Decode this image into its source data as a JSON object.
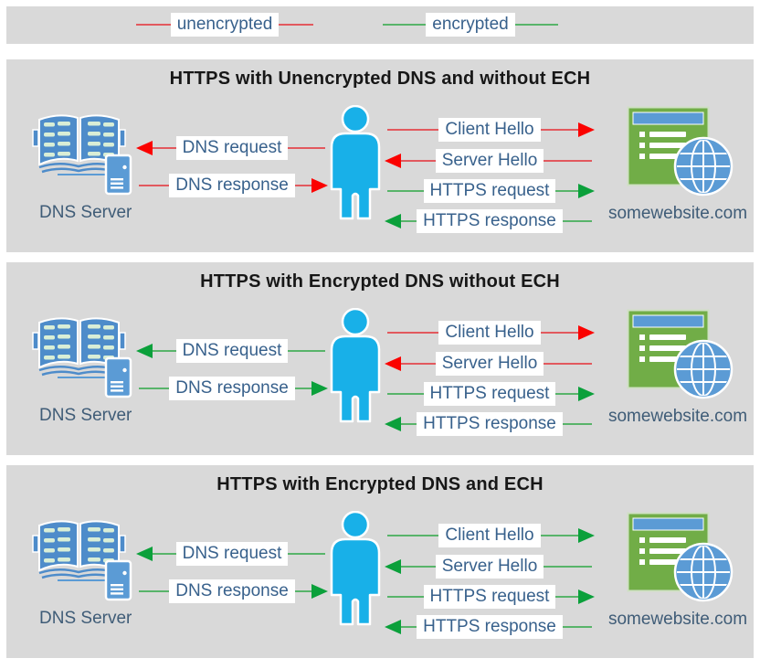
{
  "colors": {
    "unencrypted_line": "#e2595e",
    "unencrypted_head": "#fb0200",
    "encrypted_line": "#58b46a",
    "encrypted_head": "#0ba03b",
    "panel_bg": "#d9d9d9",
    "label_blue": "#38618c",
    "slate_text": "#3f5c77",
    "title_text": "#171717",
    "person_blue": "#18b0e8",
    "book_blue": "#4e8cca",
    "ui_blue": "#5b9bd5",
    "site_green": "#71ad47"
  },
  "legend": {
    "unencrypted_label": "unencrypted",
    "encrypted_label": "encrypted"
  },
  "shared": {
    "dns_server_label": "DNS Server",
    "website_label": "somewebsite.com"
  },
  "panels": [
    {
      "title": "HTTPS with Unencrypted DNS and without ECH",
      "dns_request": {
        "label": "DNS request",
        "status": "unencrypted"
      },
      "dns_response": {
        "label": "DNS response",
        "status": "unencrypted"
      },
      "client_hello": {
        "label": "Client Hello",
        "status": "unencrypted"
      },
      "server_hello": {
        "label": "Server Hello",
        "status": "unencrypted"
      },
      "https_request": {
        "label": "HTTPS request",
        "status": "encrypted"
      },
      "https_response": {
        "label": "HTTPS response",
        "status": "encrypted"
      }
    },
    {
      "title": "HTTPS with Encrypted DNS without ECH",
      "dns_request": {
        "label": "DNS request",
        "status": "encrypted"
      },
      "dns_response": {
        "label": "DNS response",
        "status": "encrypted"
      },
      "client_hello": {
        "label": "Client Hello",
        "status": "unencrypted"
      },
      "server_hello": {
        "label": "Server Hello",
        "status": "unencrypted"
      },
      "https_request": {
        "label": "HTTPS request",
        "status": "encrypted"
      },
      "https_response": {
        "label": "HTTPS response",
        "status": "encrypted"
      }
    },
    {
      "title": "HTTPS with Encrypted DNS and ECH",
      "dns_request": {
        "label": "DNS request",
        "status": "encrypted"
      },
      "dns_response": {
        "label": "DNS response",
        "status": "encrypted"
      },
      "client_hello": {
        "label": "Client Hello",
        "status": "encrypted"
      },
      "server_hello": {
        "label": "Server Hello",
        "status": "encrypted"
      },
      "https_request": {
        "label": "HTTPS request",
        "status": "encrypted"
      },
      "https_response": {
        "label": "HTTPS response",
        "status": "encrypted"
      }
    }
  ]
}
